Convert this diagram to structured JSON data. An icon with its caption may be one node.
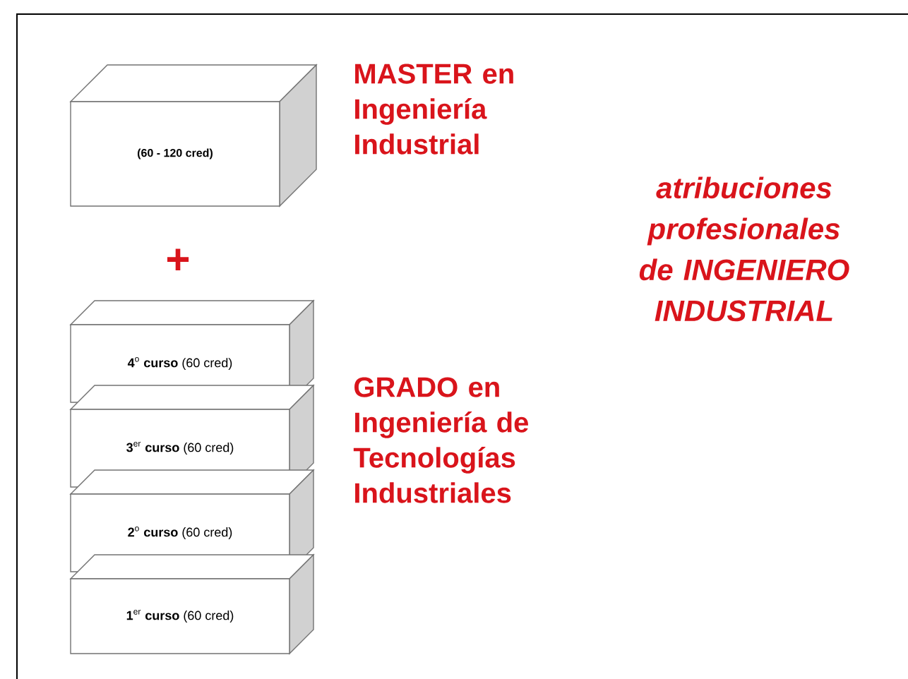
{
  "diagram": {
    "nodes": [
      {
        "text": [
          "(60 - 120 cred)"
        ]
      },
      {
        "text": [
          "**4**$^{o}$ **curso** (60 cred)"
        ]
      },
      {
        "text": [
          "**3**$^{er}$ **curso** (60 cred)"
        ]
      },
      {
        "text": [
          "**2**$^{o}$ **curso** (60 cred)"
        ]
      },
      {
        "text": [
          "**1**$^{er}$ **curso** (60 cred)"
        ]
      }
    ],
    "labels": [
      "MASTER en Ingeniería Industrial",
      "+",
      "GRADO en Ingeniería de Tecnologías Industriales",
      "atribuciones profesionales de INGENIERO INDUSTRIAL"
    ]
  }
}
